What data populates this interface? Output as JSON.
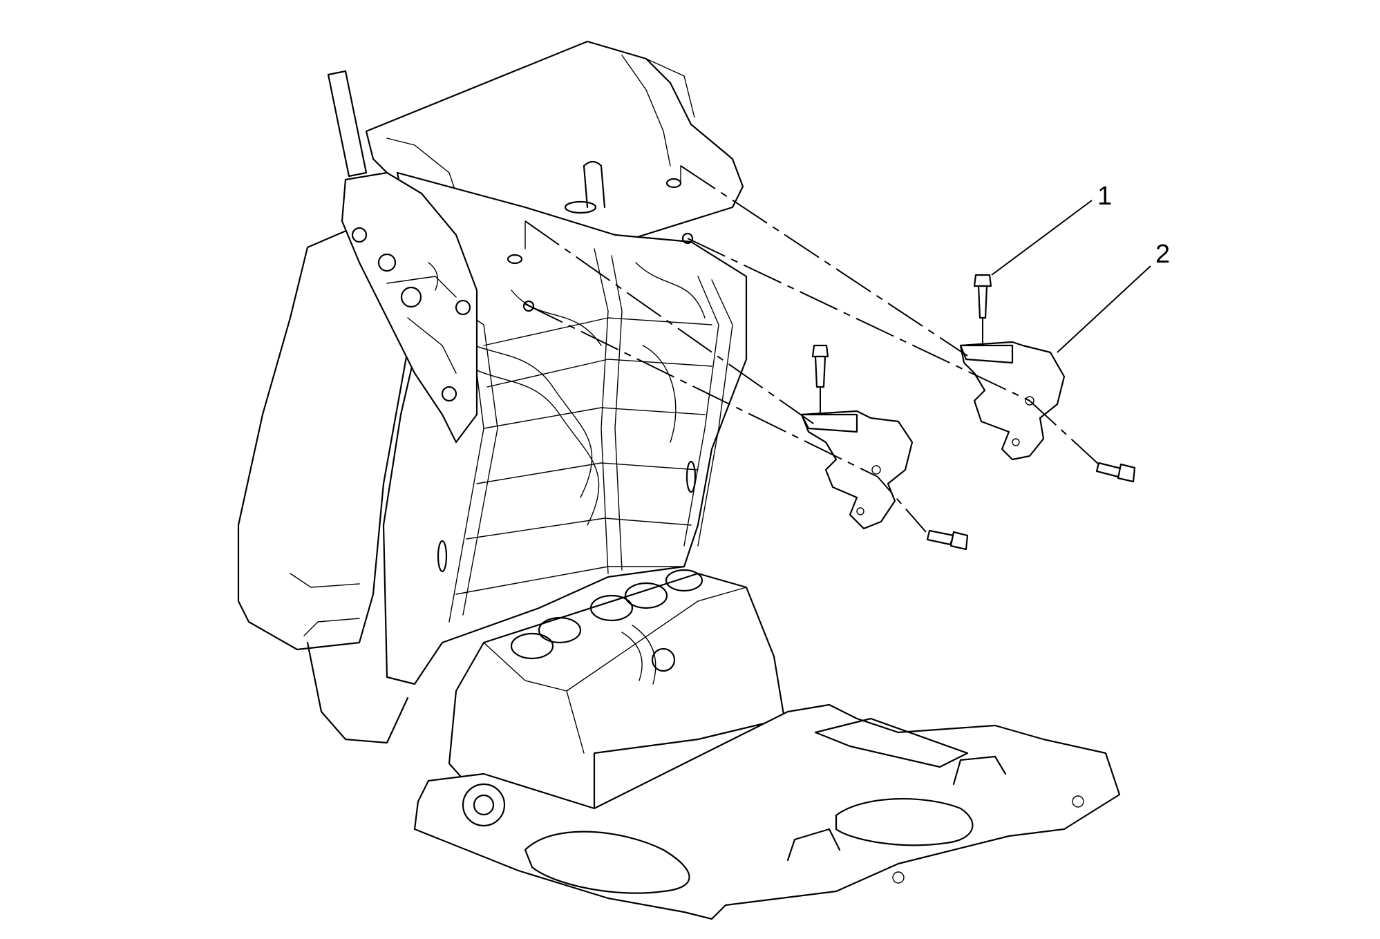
{
  "callouts": [
    {
      "number": "1",
      "part": "bolt"
    },
    {
      "number": "2",
      "part": "hinge bracket"
    }
  ],
  "colors": {
    "line": "#000000",
    "background": "#ffffff"
  }
}
